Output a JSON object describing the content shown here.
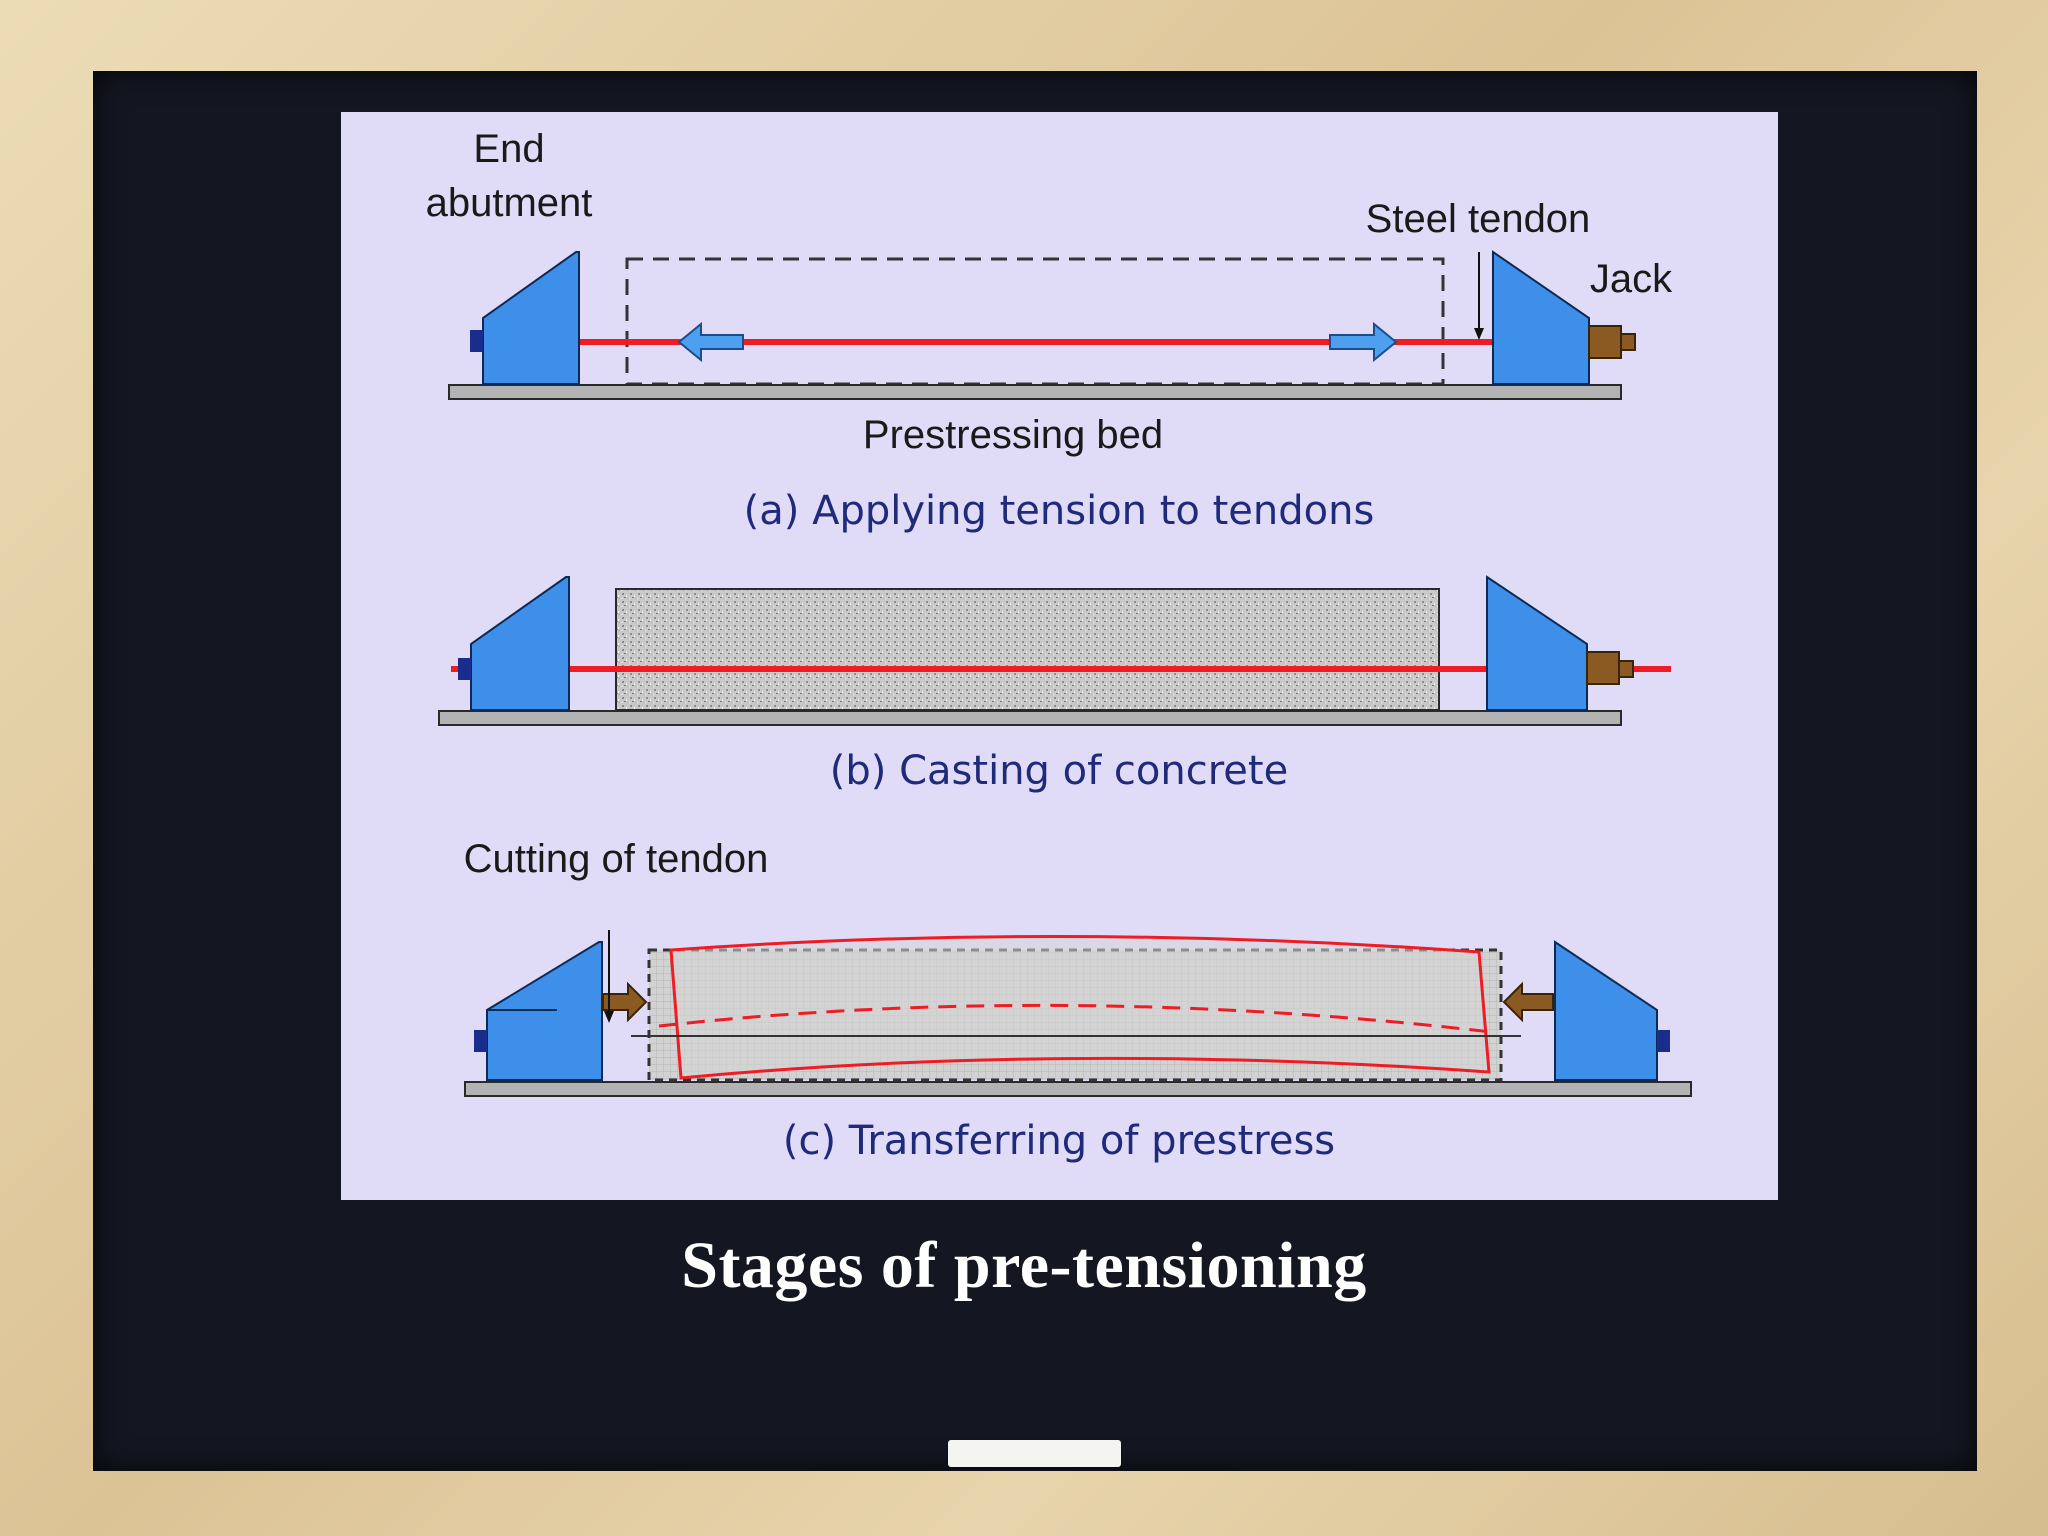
{
  "labels": {
    "end": "End",
    "abutment": "abutment",
    "steel_tendon": "Steel tendon",
    "jack": "Jack",
    "prestressing_bed": "Prestressing bed",
    "cutting_of_tendon": "Cutting of tendon"
  },
  "captions": {
    "a": "(a) Applying tension to tendons",
    "b": "(b) Casting of concrete",
    "c": "(c) Transferring of prestress"
  },
  "board_caption": "Stages of pre-tensioning",
  "colors": {
    "abutment": "#3d8fea",
    "tendon": "#ee1c24",
    "bed": "#b3b3b3",
    "jack": "#8a5a22",
    "caption": "#1f2a7a"
  }
}
